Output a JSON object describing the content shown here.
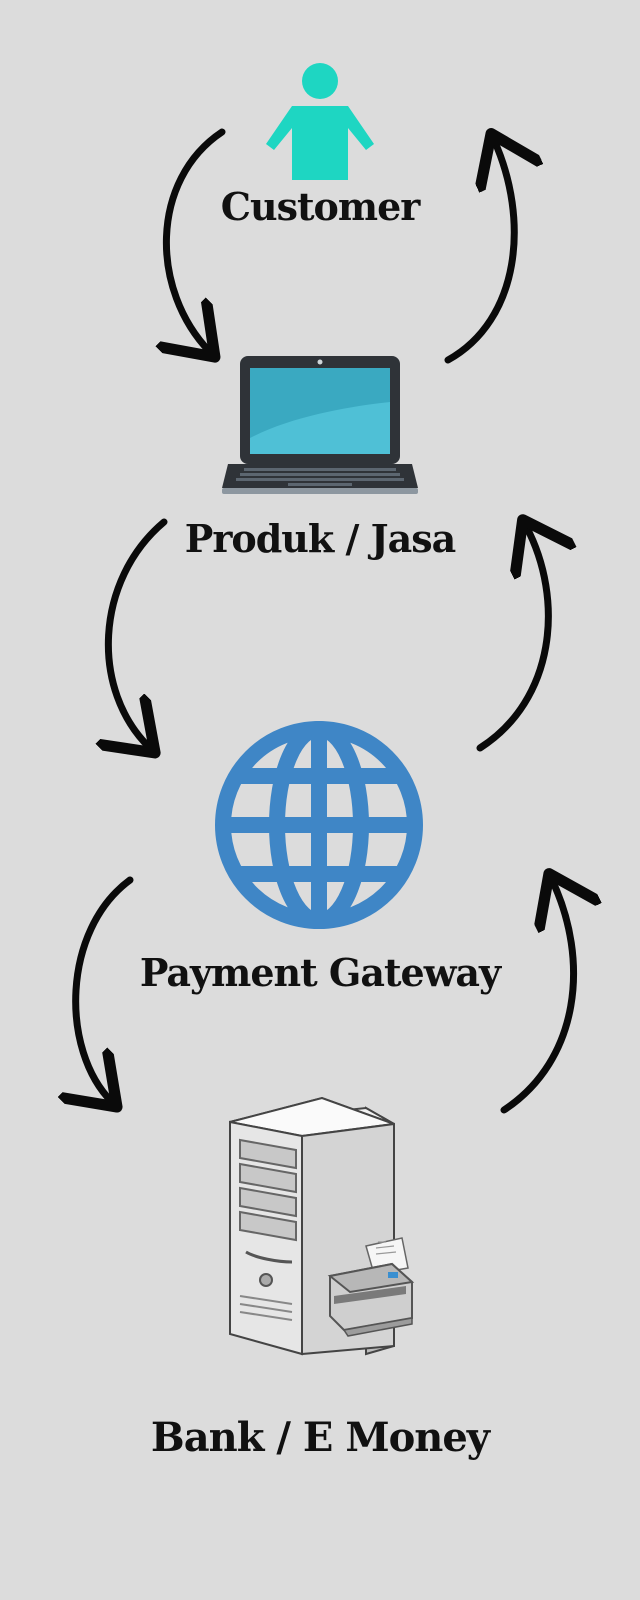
{
  "nodes": {
    "customer": {
      "label": "Customer",
      "icon": "person-icon"
    },
    "produk": {
      "label": "Produk / Jasa",
      "icon": "laptop-icon"
    },
    "gateway": {
      "label": "Payment Gateway",
      "icon": "globe-icon"
    },
    "bank": {
      "label": "Bank / E Money",
      "icon": "server-printer-icon"
    }
  },
  "colors": {
    "background": "#dcdcdc",
    "person": "#1ed6c2",
    "globe": "#3f86c6",
    "laptop_screen": "#4fc0d6",
    "laptop_frame": "#2f3338",
    "arrow": "#0a0a0a",
    "text": "#111111"
  }
}
